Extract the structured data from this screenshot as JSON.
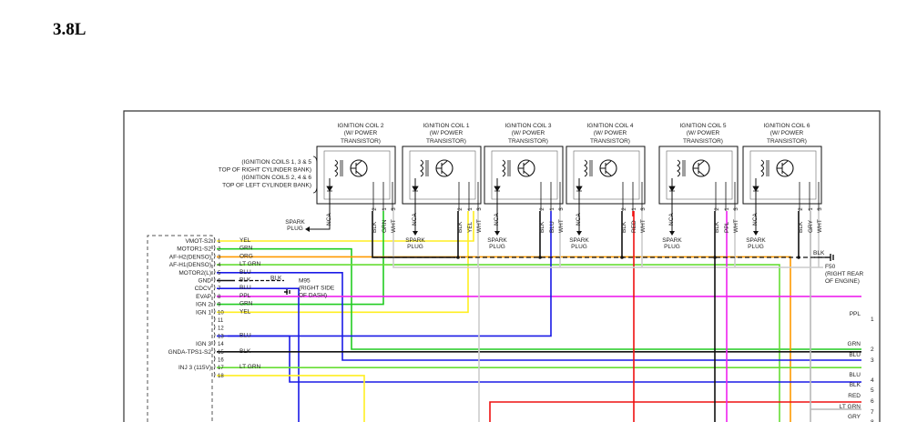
{
  "title": "3.8L",
  "coils": [
    {
      "name": "IGNITION COIL 2",
      "sub1": "(W/ POWER",
      "sub2": "TRANSISTOR)",
      "wires": [
        "BLK",
        "GRN",
        "WHT"
      ]
    },
    {
      "name": "IGNITION COIL 1",
      "sub1": "(W/ POWER",
      "sub2": "TRANSISTOR)",
      "wires": [
        "BLK",
        "YEL",
        "WHT"
      ]
    },
    {
      "name": "IGNITION COIL 3",
      "sub1": "(W/ POWER",
      "sub2": "TRANSISTOR)",
      "wires": [
        "BLK",
        "BLU",
        "WHT"
      ]
    },
    {
      "name": "IGNITION COIL 4",
      "sub1": "(W/ POWER",
      "sub2": "TRANSISTOR)",
      "wires": [
        "BLK",
        "RED",
        "WHT"
      ]
    },
    {
      "name": "IGNITION COIL 5",
      "sub1": "(W/ POWER",
      "sub2": "TRANSISTOR)",
      "wires": [
        "BLK",
        "PPL",
        "WHT"
      ]
    },
    {
      "name": "IGNITION COIL 6",
      "sub1": "(W/ POWER",
      "sub2": "TRANSISTOR)",
      "wires": [
        "BLK",
        "GRY",
        "WHT"
      ]
    }
  ],
  "pin_numbers": [
    "2",
    "1",
    "3"
  ],
  "nca": "NCA",
  "spark_plug": [
    "SPARK",
    "PLUG"
  ],
  "bank_note": [
    "(IGNITION COILS 1, 3 & 5",
    "TOP OF RIGHT CYLINDER BANK)",
    "(IGNITION COILS 2, 4 & 6",
    "TOP OF LEFT CYLINDER BANK)"
  ],
  "ecm_pins": [
    {
      "label": "VMOT-S2",
      "pin": "1",
      "wire": "YEL"
    },
    {
      "label": "MOTOR1-S2",
      "pin": "2",
      "wire": "GRN"
    },
    {
      "label": "AF-H2(DENSO)",
      "pin": "3",
      "wire": "ORG"
    },
    {
      "label": "AF-H1(DENSO)",
      "pin": "4",
      "wire": "LT GRN"
    },
    {
      "label": "MOTOR2(L)",
      "pin": "5",
      "wire": "BLU"
    },
    {
      "label": "GND",
      "pin": "6",
      "wire": "BLK"
    },
    {
      "label": "CDCV",
      "pin": "7",
      "wire": "BLU"
    },
    {
      "label": "EVAP",
      "pin": "8",
      "wire": "PPL"
    },
    {
      "label": "IGN 2",
      "pin": "9",
      "wire": "GRN"
    },
    {
      "label": "IGN 1",
      "pin": "10",
      "wire": "YEL"
    },
    {
      "label": "",
      "pin": "11",
      "wire": ""
    },
    {
      "label": "",
      "pin": "12",
      "wire": ""
    },
    {
      "label": "",
      "pin": "13",
      "wire": "BLU"
    },
    {
      "label": "IGN 3",
      "pin": "14",
      "wire": ""
    },
    {
      "label": "GNDA-TPS1-S2",
      "pin": "15",
      "wire": "BLK"
    },
    {
      "label": "",
      "pin": "16",
      "wire": ""
    },
    {
      "label": "INJ 3 (115V)",
      "pin": "17",
      "wire": "LT GRN"
    },
    {
      "label": "",
      "pin": "18",
      "wire": ""
    }
  ],
  "ground_blk": "BLK",
  "m95": [
    "M95",
    "(RIGHT SIDE",
    "OF DASH)"
  ],
  "f50": [
    "F50",
    "(RIGHT REAR",
    "OF ENGINE)"
  ],
  "right_labels": [
    {
      "wire": "PPL",
      "num": "1"
    },
    {
      "wire": "GRN",
      "num": "2"
    },
    {
      "wire": "BLU",
      "num": "3"
    },
    {
      "wire": "BLU",
      "num": "4"
    },
    {
      "wire": "BLK",
      "num": "5"
    },
    {
      "wire": "RED",
      "num": "6"
    },
    {
      "wire": "LT GRN",
      "num": "7"
    },
    {
      "wire": "GRY",
      "num": "8"
    }
  ],
  "colors": {
    "YEL": "#ffee22",
    "GRN": "#22cc22",
    "ORG": "#ff9900",
    "LT GRN": "#66dd33",
    "BLU": "#1a1ae6",
    "BLK": "#111111",
    "PPL": "#ee22ee",
    "RED": "#ee1111",
    "GRY": "#b8b8b8",
    "WHT": "#cccccc"
  }
}
